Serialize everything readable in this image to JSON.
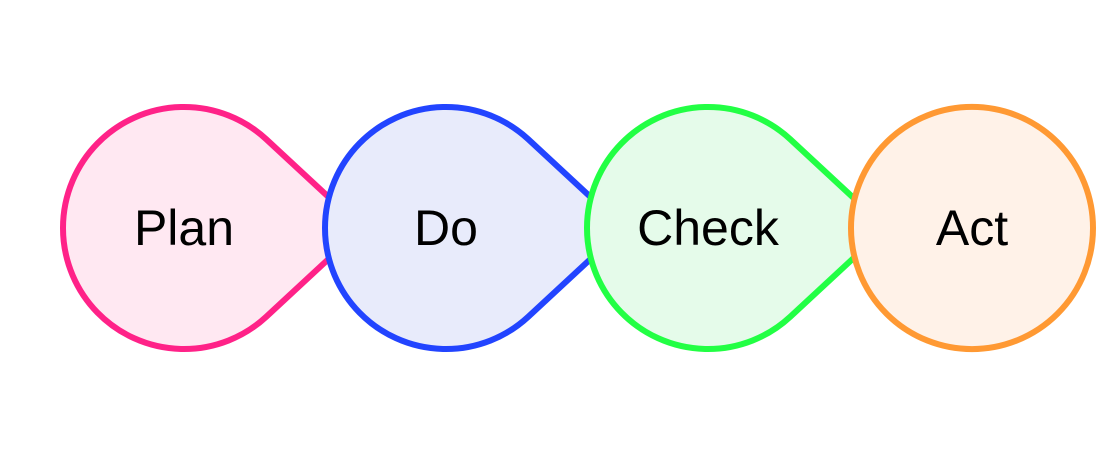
{
  "diagram": {
    "stages": [
      {
        "id": "plan",
        "label": "Plan",
        "stroke": "#FF2288",
        "fill": "#FFE8F2"
      },
      {
        "id": "do",
        "label": "Do",
        "stroke": "#2244FF",
        "fill": "#E8EBFB"
      },
      {
        "id": "check",
        "label": "Check",
        "stroke": "#22FF44",
        "fill": "#E5FBEA"
      },
      {
        "id": "act",
        "label": "Act",
        "stroke": "#FF9933",
        "fill": "#FFF2E8"
      }
    ]
  }
}
